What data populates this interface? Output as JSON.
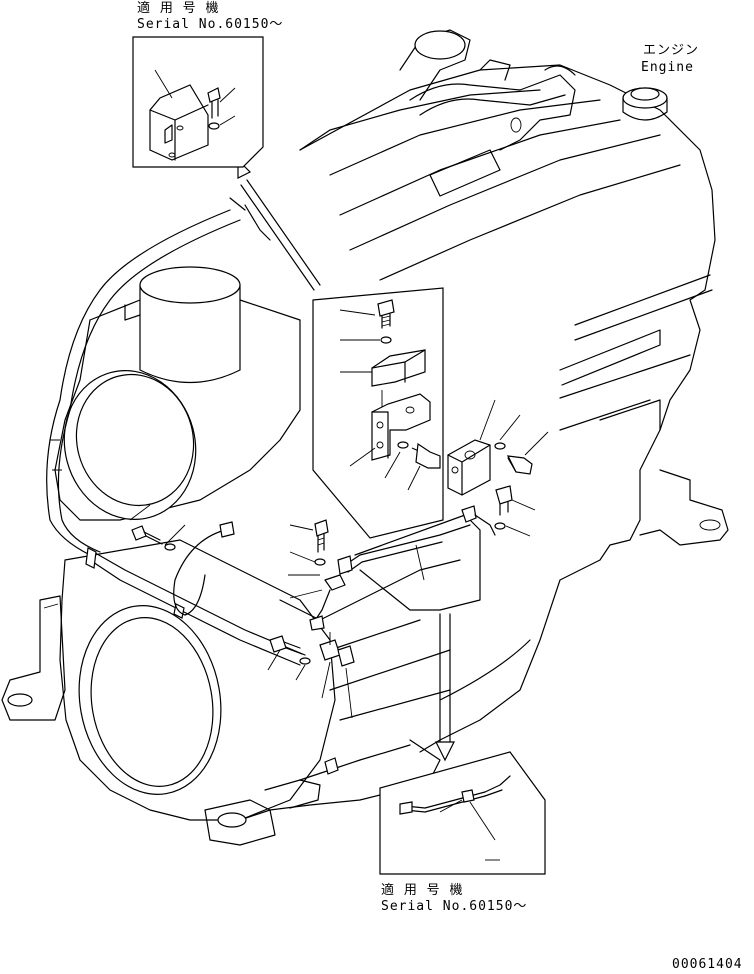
{
  "top_inset": {
    "title_jp": "適 用 号 機",
    "serial": "Serial No.60150～"
  },
  "bottom_inset": {
    "title_jp": "適 用 号 機",
    "serial": "Serial No.60150～"
  },
  "engine_label": {
    "jp": "エンジン",
    "en": "Engine"
  },
  "drawing_number": "00061404"
}
